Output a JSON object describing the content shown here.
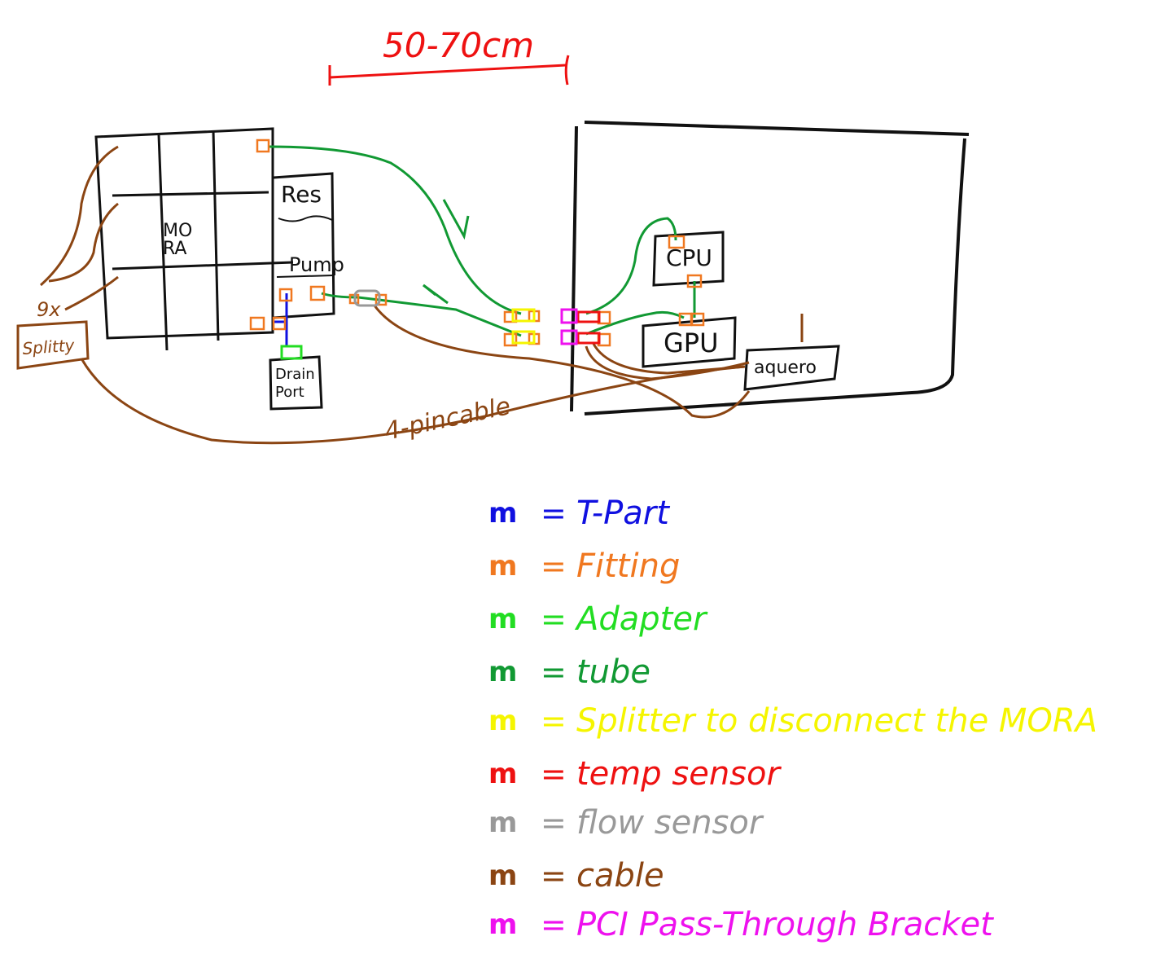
{
  "dimension": {
    "label": "50-70cm"
  },
  "components": {
    "radiator": "MO\nRA",
    "reservoir": "Res",
    "pump": "Pump",
    "drain_port": "Drain\nPort",
    "cpu": "CPU",
    "gpu": "GPU",
    "controller": "aquero",
    "splitty": "Splitty",
    "fan_count": "9x",
    "cable_label": "4-pincable"
  },
  "legend": {
    "equals": "=",
    "swatch": "m",
    "items": [
      {
        "label": "T-Part",
        "color": "#1010e0"
      },
      {
        "label": "Fitting",
        "color": "#f07820"
      },
      {
        "label": "Adapter",
        "color": "#22dd22"
      },
      {
        "label": "tube",
        "color": "#119933"
      },
      {
        "label": "Splitter to disconnect the MORA",
        "color": "#f5f500"
      },
      {
        "label": "temp sensor",
        "color": "#ee1111"
      },
      {
        "label": "flow sensor",
        "color": "#999999"
      },
      {
        "label": "cable",
        "color": "#8b4513"
      },
      {
        "label": "PCI Pass-Through Bracket",
        "color": "#ee11ee"
      }
    ]
  }
}
